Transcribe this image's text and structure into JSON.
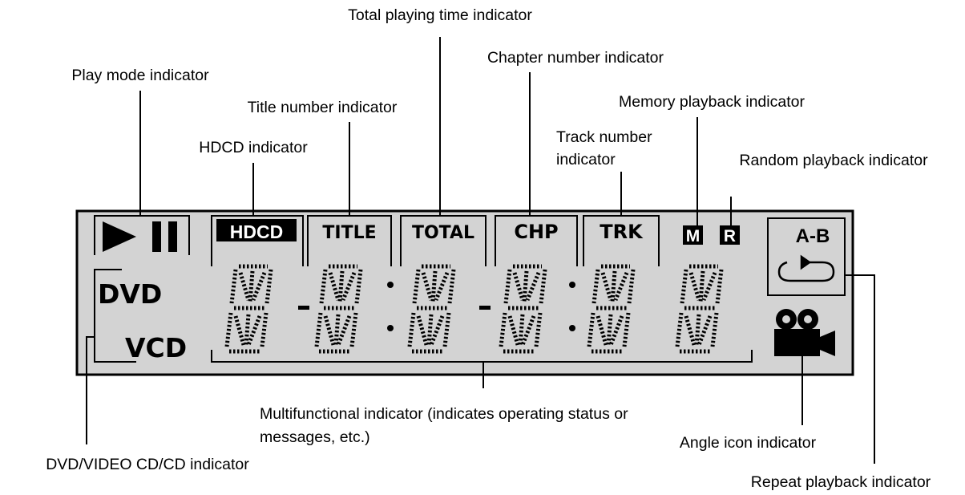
{
  "callouts": {
    "total_time": "Total playing time indicator",
    "chapter": "Chapter number indicator",
    "play_mode": "Play mode indicator",
    "title_number": "Title number indicator",
    "memory": "Memory playback indicator",
    "hdcd": "HDCD indicator",
    "track_line1": "Track number",
    "track_line2": "indicator",
    "random": "Random playback indicator",
    "multi_line1": "Multifunctional indicator (indicates operating status or",
    "multi_line2": "messages, etc.)",
    "angle": "Angle icon indicator",
    "disc_type": "DVD/VIDEO CD/CD indicator",
    "repeat": "Repeat playback indicator"
  },
  "display": {
    "hdcd": "HDCD",
    "title": "TITLE",
    "total": "TOTAL",
    "chp": "CHP",
    "trk": "TRK",
    "memory_badge": "M",
    "random_badge": "R",
    "ab": "A-B",
    "dvd": "DVD",
    "vcd": "VCD"
  },
  "colors": {
    "panel": "#d3d3d3",
    "ink": "#000000"
  }
}
